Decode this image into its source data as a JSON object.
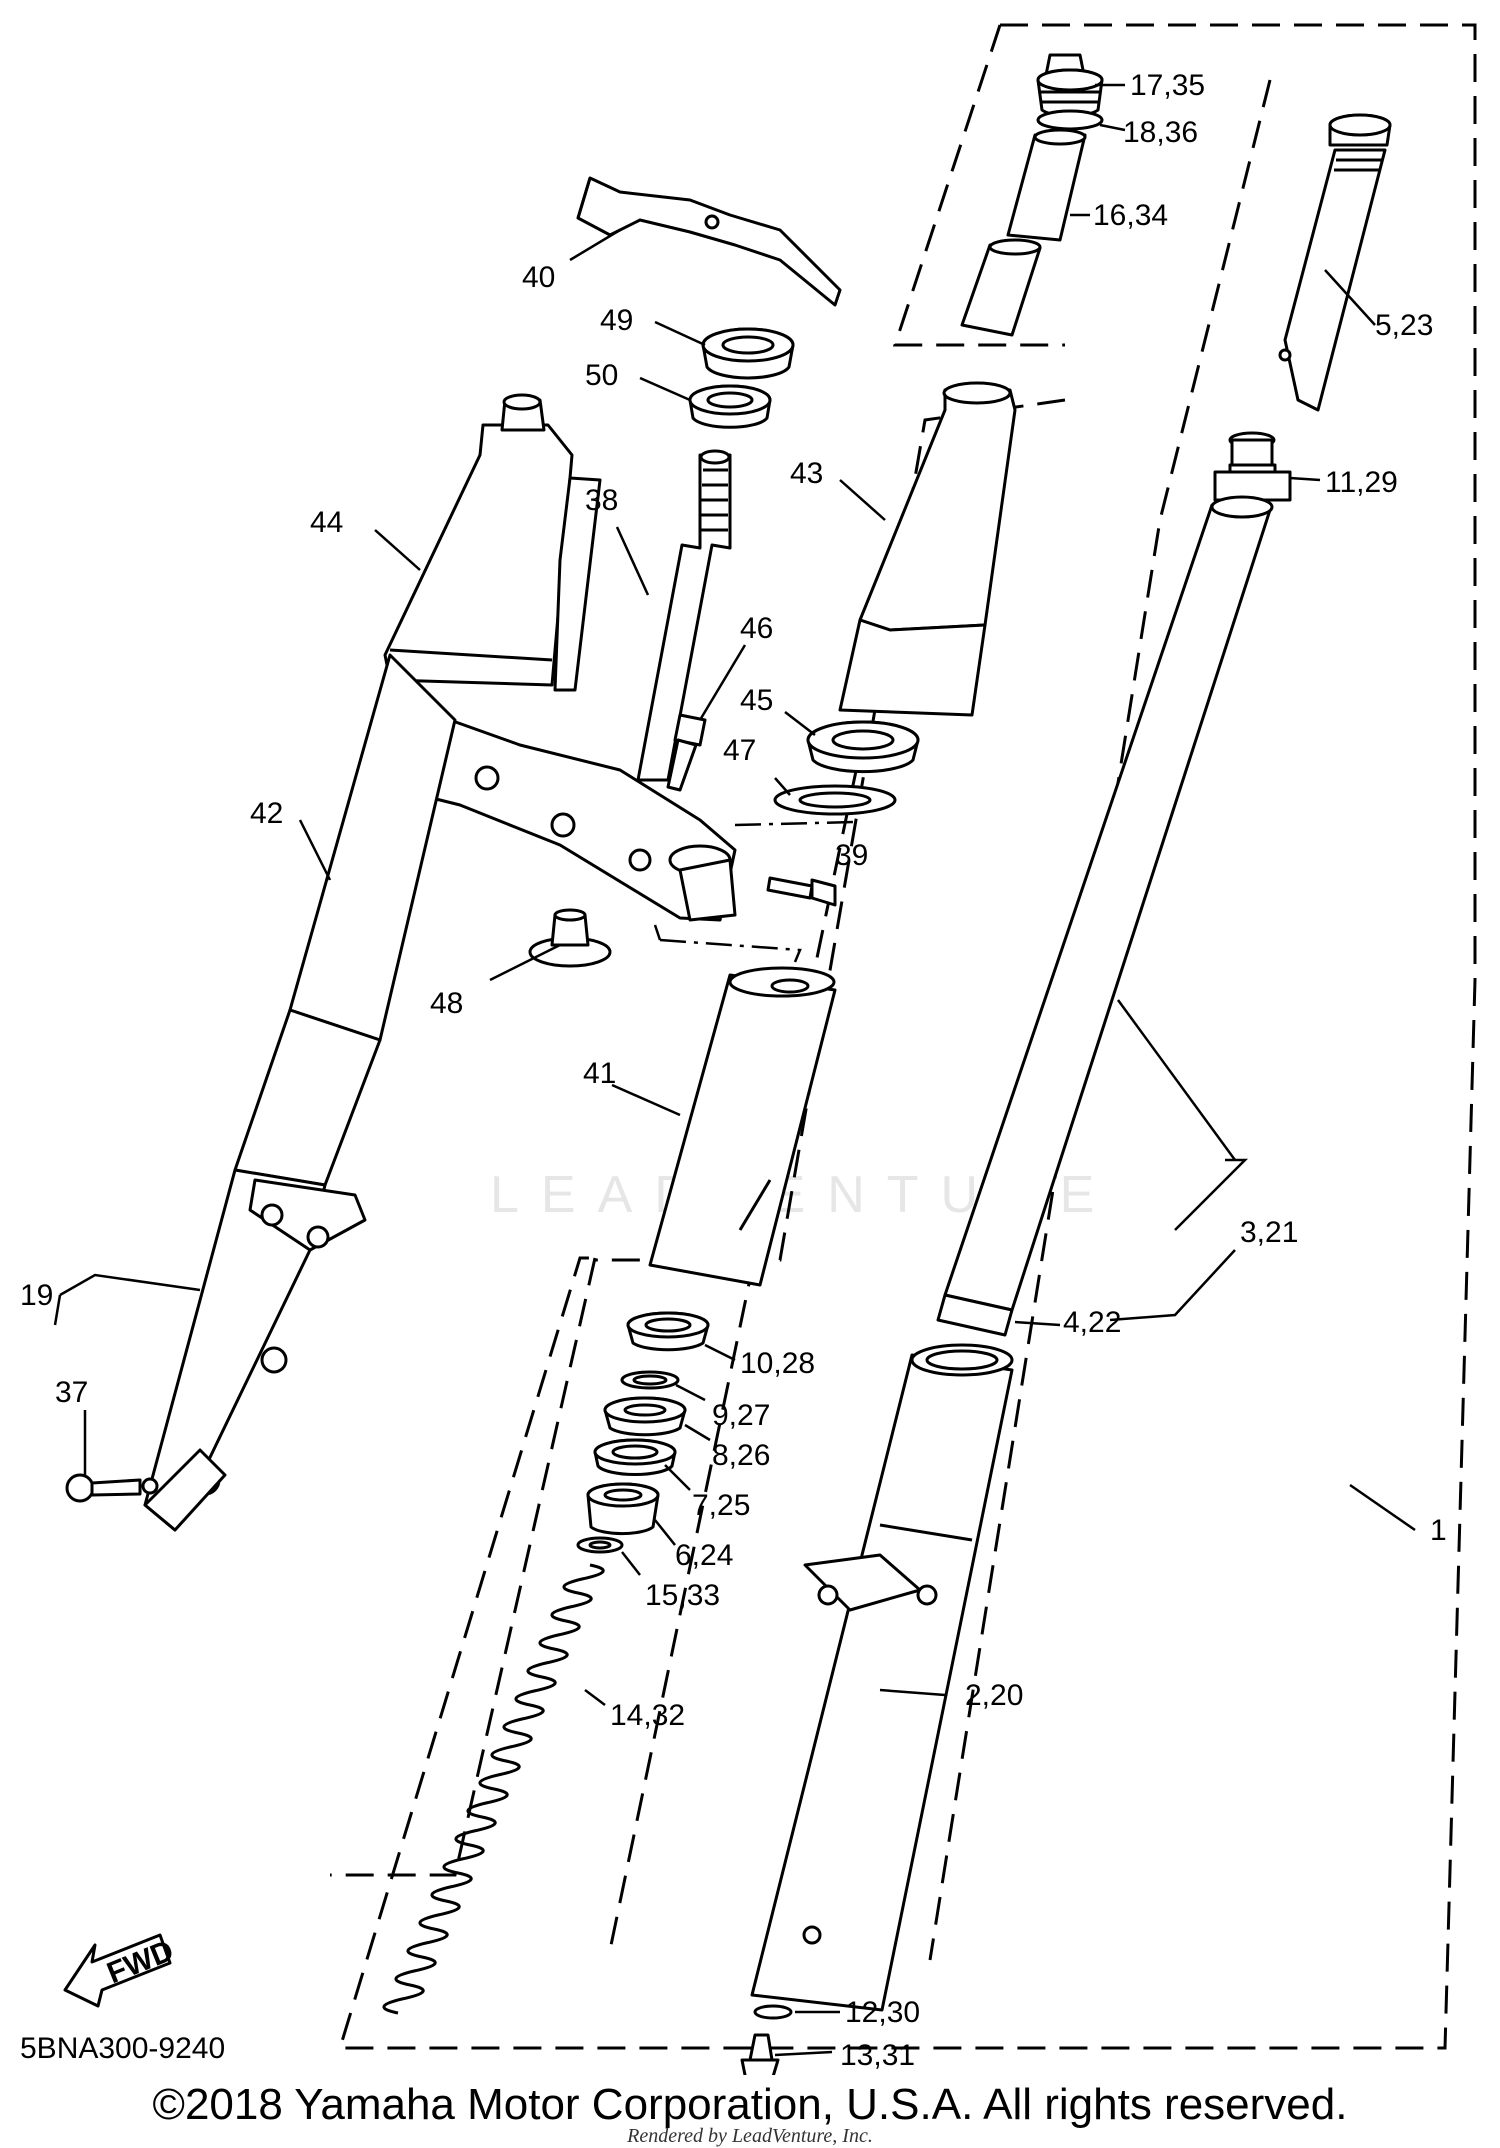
{
  "diagram_code": "5BNA300-9240",
  "copyright": "©2018 Yamaha Motor Corporation, U.S.A. All rights reserved.",
  "rendered_by": "Rendered by LeadVenture, Inc.",
  "watermark": "LEADVENTURE",
  "fwd_label": "FWD",
  "callouts": [
    {
      "id": "c1",
      "text": "1"
    },
    {
      "id": "c2_20",
      "text": "2,20"
    },
    {
      "id": "c3_21",
      "text": "3,21"
    },
    {
      "id": "c4_22",
      "text": "4,22"
    },
    {
      "id": "c5_23",
      "text": "5,23"
    },
    {
      "id": "c6_24",
      "text": "6,24"
    },
    {
      "id": "c7_25",
      "text": "7,25"
    },
    {
      "id": "c8_26",
      "text": "8,26"
    },
    {
      "id": "c9_27",
      "text": "9,27"
    },
    {
      "id": "c10_28",
      "text": "10,28"
    },
    {
      "id": "c11_29",
      "text": "11,29"
    },
    {
      "id": "c12_30",
      "text": "12,30"
    },
    {
      "id": "c13_31",
      "text": "13,31"
    },
    {
      "id": "c14_32",
      "text": "14,32"
    },
    {
      "id": "c15_33",
      "text": "15,33"
    },
    {
      "id": "c16_34",
      "text": "16,34"
    },
    {
      "id": "c17_35",
      "text": "17,35"
    },
    {
      "id": "c18_36",
      "text": "18,36"
    },
    {
      "id": "c19",
      "text": "19"
    },
    {
      "id": "c37",
      "text": "37"
    },
    {
      "id": "c38",
      "text": "38"
    },
    {
      "id": "c39",
      "text": "39"
    },
    {
      "id": "c40",
      "text": "40"
    },
    {
      "id": "c41",
      "text": "41"
    },
    {
      "id": "c42",
      "text": "42"
    },
    {
      "id": "c43",
      "text": "43"
    },
    {
      "id": "c44",
      "text": "44"
    },
    {
      "id": "c45",
      "text": "45"
    },
    {
      "id": "c46",
      "text": "46"
    },
    {
      "id": "c47",
      "text": "47"
    },
    {
      "id": "c48",
      "text": "48"
    },
    {
      "id": "c49",
      "text": "49"
    },
    {
      "id": "c50",
      "text": "50"
    }
  ]
}
